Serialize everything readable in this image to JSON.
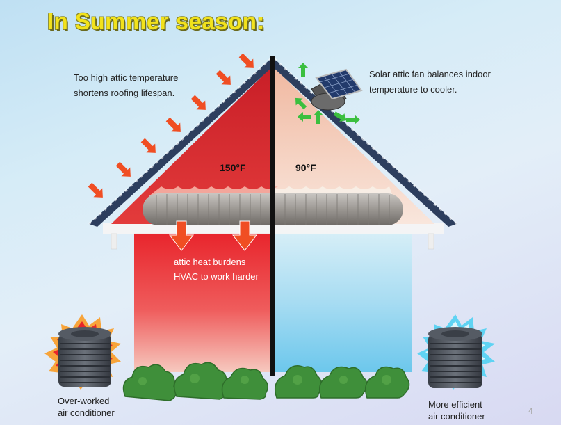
{
  "title": "In Summer season:",
  "left_note": {
    "line1": "Too high attic temperature",
    "line2": "shortens roofing lifespan."
  },
  "right_note": {
    "line1": "Solar attic fan balances indoor",
    "line2": "temperature to cooler."
  },
  "temperatures": {
    "hot": "150°F",
    "cool": "90°F"
  },
  "heat_burden": {
    "line1": "attic heat burdens",
    "line2": "HVAC to work harder"
  },
  "ac_left": {
    "line1": "Over-worked",
    "line2": "air conditioner"
  },
  "ac_right": {
    "line1": "More efficient",
    "line2": "air conditioner"
  },
  "page_number": "4",
  "colors": {
    "title": "#f2e21c",
    "hot_attic": "#d7272f",
    "hot_wall": "#e8282d",
    "cool_wall": "#8fd4ee",
    "roof": "#2d3e5e",
    "arrow_heat": "#f04e23",
    "arrow_air": "#3bbf3f",
    "bush": "#3f8f3a"
  },
  "icons": [
    "heat-arrow-icon",
    "airflow-arrow-icon",
    "solar-fan-icon",
    "air-conditioner-icon",
    "bush-icon"
  ]
}
